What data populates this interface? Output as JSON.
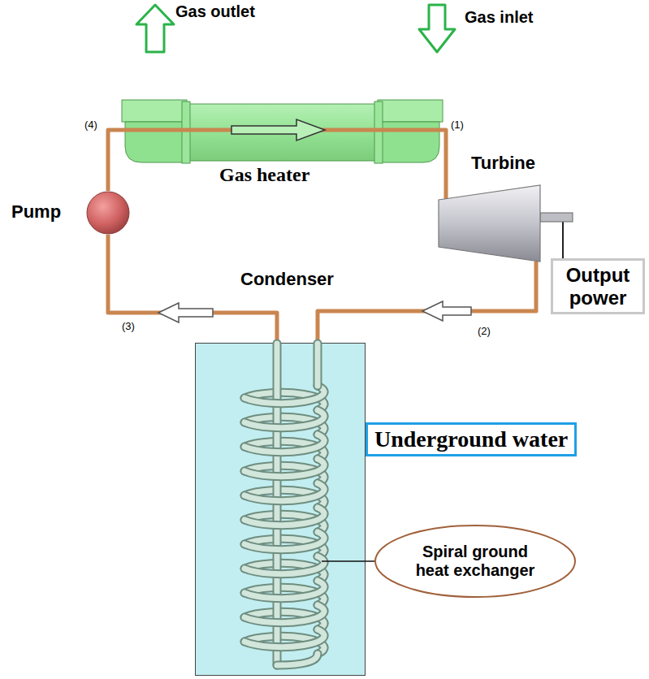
{
  "diagram": {
    "nodes": [
      {
        "text": [
          "Gas heater"
        ]
      },
      {
        "text": [
          "Turbine"
        ]
      },
      {
        "text": [
          "Pump"
        ]
      },
      {
        "text": [
          "Output power"
        ]
      },
      {
        "text": [
          "Condenser"
        ]
      },
      {
        "text": [
          "Underground water"
        ]
      },
      {
        "text": [
          "Spiral ground heat exchanger"
        ]
      }
    ],
    "edges": [
      {
        "from": 0,
        "to": 1,
        "arrow": "none"
      },
      {
        "from": 1,
        "to": 4,
        "arrow": "none"
      },
      {
        "from": 4,
        "to": 2,
        "arrow": "none"
      },
      {
        "from": 2,
        "to": 0,
        "arrow": "none"
      },
      {
        "from": 1,
        "to": 3,
        "arrow": "none"
      }
    ],
    "labels": [
      "Gas outlet",
      "Gas inlet",
      "(4)",
      "(1)",
      "(3)",
      "(2)"
    ]
  }
}
